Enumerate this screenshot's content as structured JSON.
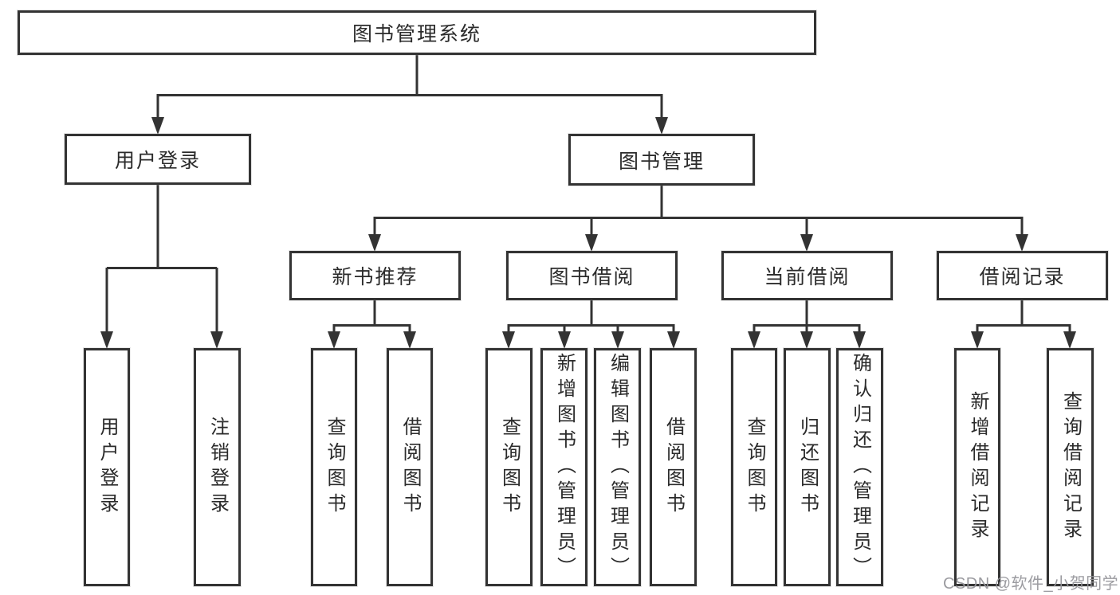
{
  "diagram": {
    "root": {
      "label": "图书管理系统"
    },
    "level2": [
      {
        "label": "用户登录",
        "children": [
          "用户登录",
          "注销登录"
        ]
      },
      {
        "label": "图书管理",
        "groups": [
          {
            "label": "新书推荐",
            "children": [
              "查询图书",
              "借阅图书"
            ]
          },
          {
            "label": "图书借阅",
            "children": [
              "查询图书",
              "新增图书（管理员）",
              "编辑图书（管理员）",
              "借阅图书"
            ]
          },
          {
            "label": "当前借阅",
            "children": [
              "查询图书",
              "归还图书",
              "确认归还（管理员）"
            ]
          },
          {
            "label": "借阅记录",
            "children": [
              "新增借阅记录",
              "查询借阅记录"
            ]
          }
        ]
      }
    ]
  },
  "watermark": {
    "text": "CSDN @软件_小贺同学"
  },
  "colors": {
    "line": "#333333",
    "box_border": "#333333",
    "box_fill": "#ffffff",
    "text": "#2b2b2b",
    "watermark": "#96969b"
  }
}
